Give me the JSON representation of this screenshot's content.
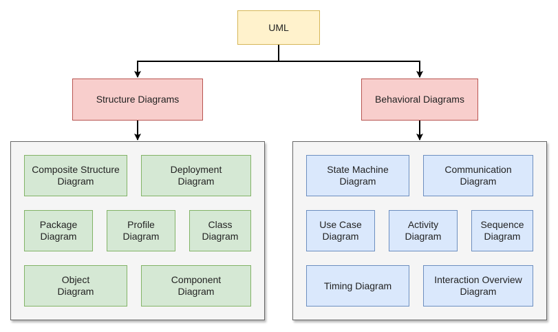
{
  "root": {
    "label": "UML"
  },
  "categories": {
    "structure": {
      "label": "Structure Diagrams"
    },
    "behavioral": {
      "label": "Behavioral Diagrams"
    }
  },
  "structure_items": [
    "Composite Structure\nDiagram",
    "Deployment\nDiagram",
    "Package\nDiagram",
    "Profile\nDiagram",
    "Class\nDiagram",
    "Object\nDiagram",
    "Component\nDiagram"
  ],
  "behavioral_items": [
    "State Machine\nDiagram",
    "Communication\nDiagram",
    "Use Case\nDiagram",
    "Activity\nDiagram",
    "Sequence\nDiagram",
    "Timing Diagram",
    "Interaction Overview\nDiagram"
  ],
  "colors": {
    "root_fill": "#fff2cc",
    "root_stroke": "#d6b656",
    "category_fill": "#f8cecc",
    "category_stroke": "#b85450",
    "structure_fill": "#d5e8d4",
    "structure_stroke": "#82b366",
    "behavioral_fill": "#dae8fc",
    "behavioral_stroke": "#6c8ebf",
    "group_fill": "#f5f5f5",
    "group_stroke": "#666666"
  }
}
